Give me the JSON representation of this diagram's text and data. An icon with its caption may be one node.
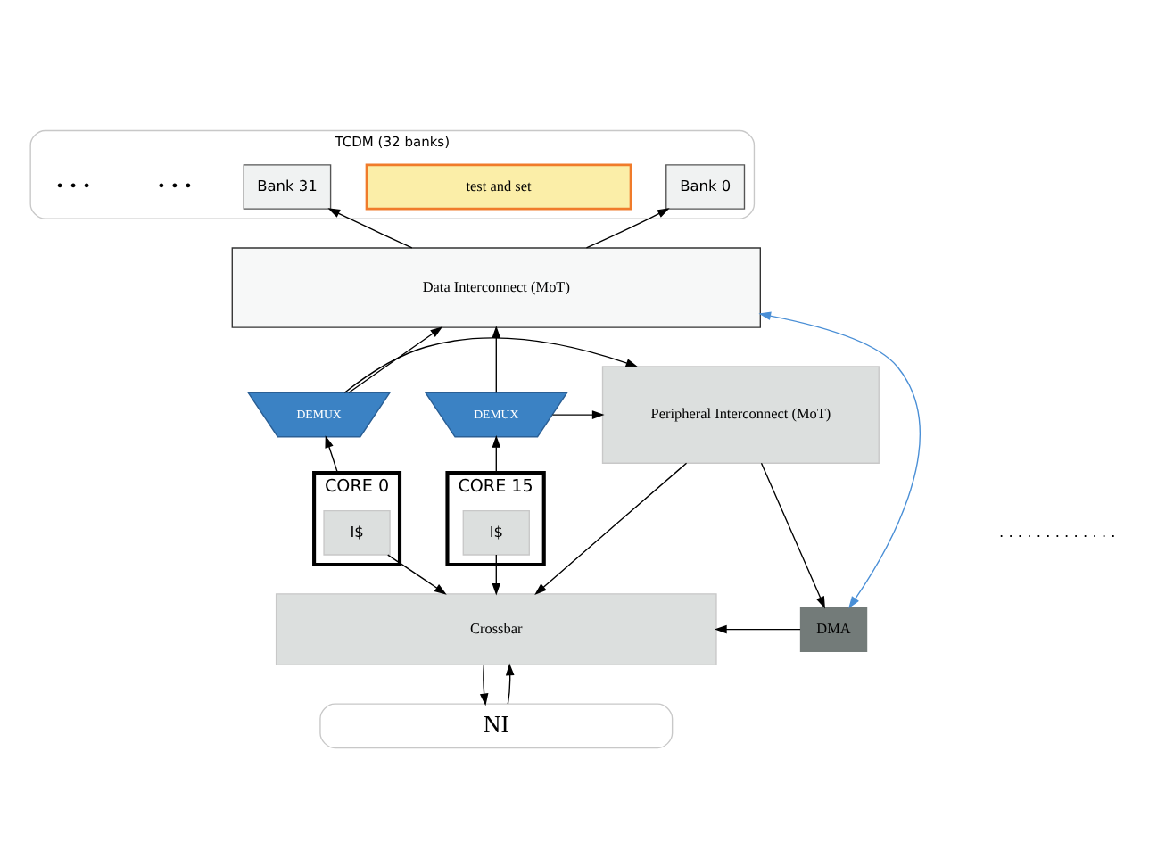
{
  "diagram": {
    "nodes": [
      {
        "text": [
          "TCDM (32 banks)"
        ]
      },
      {
        "text": [
          "Bank 0"
        ],
        "in": 0
      },
      {
        "text": [
          "test and set"
        ],
        "in": 0
      },
      {
        "text": [
          "Bank 31"
        ],
        "in": 0
      },
      {
        "text": [
          "Data Interconnect (MoT)"
        ]
      },
      {
        "text": [
          "Peripheral Interconnect (MoT)"
        ]
      },
      {
        "text": [
          "DEMUX"
        ]
      },
      {
        "text": [
          "DEMUX"
        ]
      },
      {
        "text": [
          "CORE 0"
        ]
      },
      {
        "text": [
          "I$"
        ],
        "in": 8
      },
      {
        "text": [
          "CORE 15"
        ]
      },
      {
        "text": [
          "I$"
        ],
        "in": 10
      },
      {
        "text": [
          "DMA"
        ]
      },
      {
        "text": [
          "Crossbar"
        ]
      },
      {
        "text": [
          "NI"
        ]
      }
    ],
    "edges": [
      {
        "from": 4,
        "to": 1,
        "arrow": "to"
      },
      {
        "from": 4,
        "to": 3,
        "arrow": "to"
      },
      {
        "from": 6,
        "to": 4,
        "arrow": "to"
      },
      {
        "from": 7,
        "to": 4,
        "arrow": "to"
      },
      {
        "from": 6,
        "to": 5,
        "arrow": "to"
      },
      {
        "from": 7,
        "to": 5,
        "arrow": "to"
      },
      {
        "from": 8,
        "to": 6,
        "arrow": "to"
      },
      {
        "from": 10,
        "to": 7,
        "arrow": "to"
      },
      {
        "from": 9,
        "to": 13,
        "arrow": "to"
      },
      {
        "from": 11,
        "to": 13,
        "arrow": "to"
      },
      {
        "from": 5,
        "to": 12,
        "arrow": "to"
      },
      {
        "from": 5,
        "to": 13,
        "arrow": "to"
      },
      {
        "from": 12,
        "to": 13,
        "arrow": "to"
      },
      {
        "from": 12,
        "to": 4,
        "arrow": "both",
        "color": "#4a8fd6"
      },
      {
        "from": 13,
        "to": 14,
        "arrow": "to"
      },
      {
        "from": 14,
        "to": 13,
        "arrow": "to"
      }
    ],
    "labels": [
      "• • •",
      "• • •",
      ". . . . . . . . . . . . ."
    ]
  }
}
